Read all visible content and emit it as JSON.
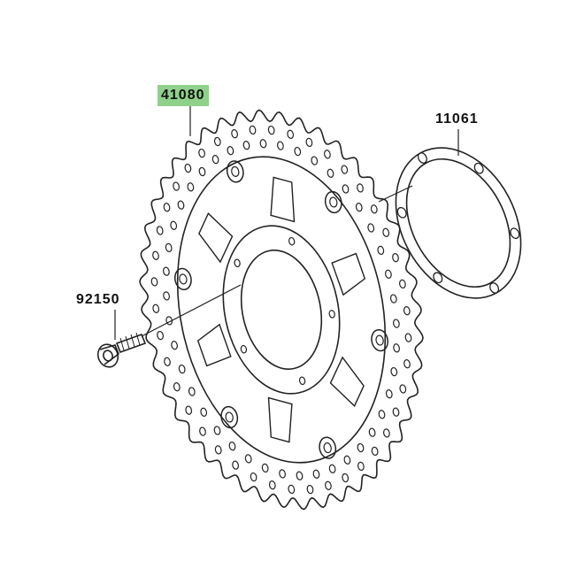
{
  "parts": {
    "disc": {
      "number": "41080",
      "highlight": "#8fd18a"
    },
    "shim": {
      "number": "11061"
    },
    "bolt": {
      "number": "92150"
    }
  },
  "line_color": "#222222"
}
